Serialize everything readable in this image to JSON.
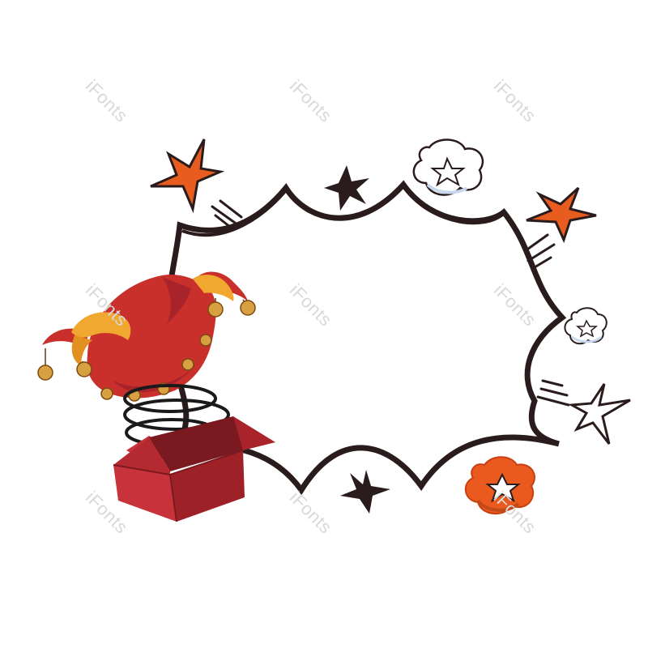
{
  "watermarks": [
    {
      "text": "iFonts"
    },
    {
      "text": "iFonts"
    },
    {
      "text": "iFonts"
    },
    {
      "text": "iFonts"
    },
    {
      "text": "iFonts"
    },
    {
      "text": "iFonts"
    },
    {
      "text": "iFonts"
    },
    {
      "text": "iFonts"
    },
    {
      "text": "iFonts"
    }
  ],
  "colors": {
    "outline": "#2a1c1c",
    "star_orange": "#e95c1f",
    "hat_red": "#c9302c",
    "hat_red_dark": "#a8232a",
    "hat_yellow": "#f0a830",
    "bell_gold": "#d7a040",
    "box_red": "#c8323a",
    "box_red_dark": "#9e2128",
    "cloud_orange": "#ea5a1e",
    "cloud_blue": "#c8d8ec"
  },
  "icons": [
    "comic-burst-bubble",
    "jester-hat-icon",
    "spring-icon",
    "gift-box-icon",
    "star-icon",
    "puff-cloud-icon",
    "speed-lines-icon"
  ]
}
